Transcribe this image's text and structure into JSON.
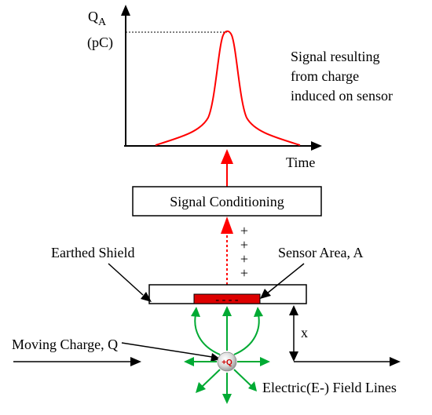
{
  "colors": {
    "signal": "#ff0000",
    "signal_arrow": "#ff0000",
    "sensor_fill": "#dd0000",
    "field_lines": "#00aa33",
    "line": "#000000"
  },
  "graph": {
    "y_label_main": "Q",
    "y_label_sub": "A",
    "y_label_unit": "(pC)",
    "x_label": "Time",
    "note_lines": [
      "Signal resulting",
      "from charge",
      "induced on sensor"
    ]
  },
  "block": {
    "label": "Signal Conditioning"
  },
  "labels": {
    "earthed_shield": "Earthed Shield",
    "sensor_area": "Sensor Area, A",
    "moving_charge": "Moving Charge, Q",
    "distance": "x",
    "field_lines": "Electric(E-) Field Lines"
  },
  "sensor": {
    "induced_sign": "- - - -",
    "plus_marks": [
      "+",
      "+",
      "+",
      "+"
    ]
  },
  "charge": {
    "label": "+Q"
  }
}
